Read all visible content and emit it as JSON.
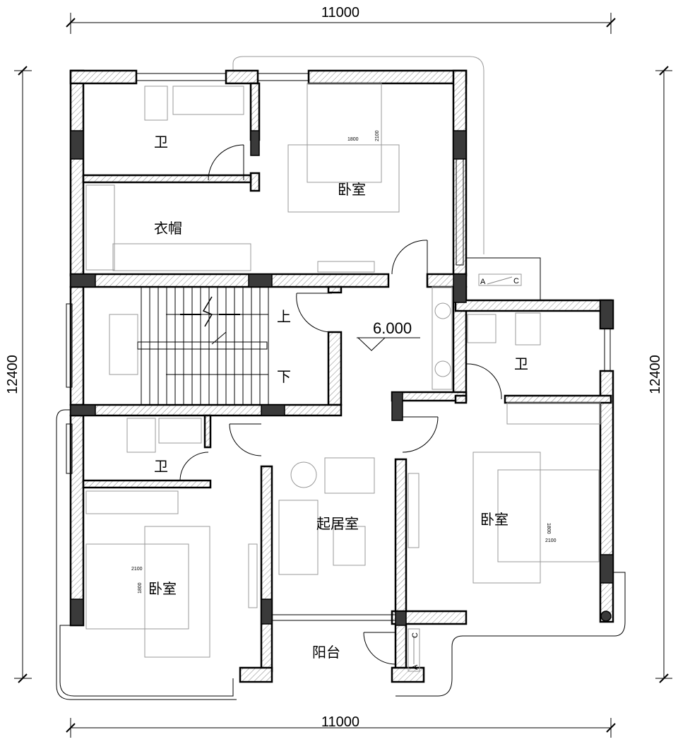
{
  "dimensions": {
    "top": "11000",
    "bottom": "11000",
    "left": "12400",
    "right": "12400"
  },
  "level": "6.000",
  "stairs": {
    "up": "上",
    "down": "下"
  },
  "rooms": {
    "bath_top_left": "卫",
    "master_bedroom": "卧室",
    "closet": "衣帽",
    "bath_right": "卫",
    "bath_lower_left": "卫",
    "living_room": "起居室",
    "bedroom_right": "卧室",
    "bedroom_lower_left": "卧室",
    "balcony": "阳台"
  },
  "beds": {
    "master": {
      "width": "1800",
      "length": "2100"
    },
    "right": {
      "width": "1800",
      "length": "2100"
    },
    "lower_left": {
      "width": "1800",
      "length": "2100"
    }
  },
  "ac_units": {
    "top": {
      "a": "A",
      "c": "C"
    },
    "bottom": {
      "a": "A",
      "c": "C"
    }
  },
  "colors": {
    "wall_line": "#000000",
    "column_fill": "#3a3a3a",
    "furniture": "#999999"
  }
}
